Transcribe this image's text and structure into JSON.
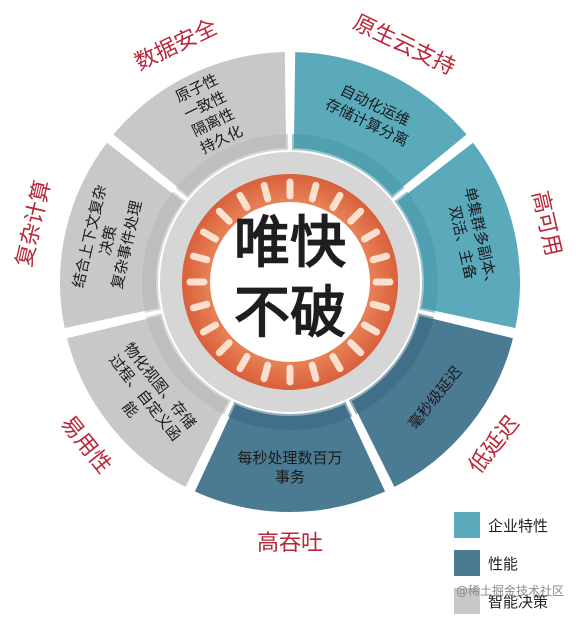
{
  "center": {
    "line1": "唯快",
    "line2": "不破"
  },
  "colors": {
    "enterprise": "#5aaabb",
    "performance": "#4b7a93",
    "smart": "#c8c8c8",
    "title": "#b8283a"
  },
  "segments": [
    {
      "key": "cloud",
      "label": "原生云支持",
      "category": "enterprise",
      "texts": [
        "自动化运维",
        "存储计算分离"
      ]
    },
    {
      "key": "ha",
      "label": "高可用",
      "category": "enterprise",
      "texts": [
        "单集群多副本、",
        "双活、主备"
      ]
    },
    {
      "key": "latency",
      "label": "低延迟",
      "category": "performance",
      "texts": [
        "毫秒级延迟"
      ]
    },
    {
      "key": "throughput",
      "label": "高吞吐",
      "category": "performance",
      "texts": [
        "每秒处理数百万",
        "事务"
      ]
    },
    {
      "key": "easy",
      "label": "易用性",
      "category": "smart",
      "texts": [
        "物化视图、存储",
        "过程、自定义函",
        "能"
      ]
    },
    {
      "key": "complex",
      "label": "复杂计算",
      "category": "smart",
      "texts": [
        "结合上下文复杂",
        "决策",
        "复杂事件处理"
      ]
    },
    {
      "key": "security",
      "label": "数据安全",
      "category": "smart",
      "texts": [
        "原子性",
        "一致性",
        "隔离性",
        "持久化"
      ]
    }
  ],
  "legend": [
    {
      "label": "企业特性",
      "category": "enterprise"
    },
    {
      "label": "性能",
      "category": "performance"
    },
    {
      "label": "智能决策",
      "category": "smart"
    }
  ],
  "watermark": "@稀土掘金技术社区"
}
